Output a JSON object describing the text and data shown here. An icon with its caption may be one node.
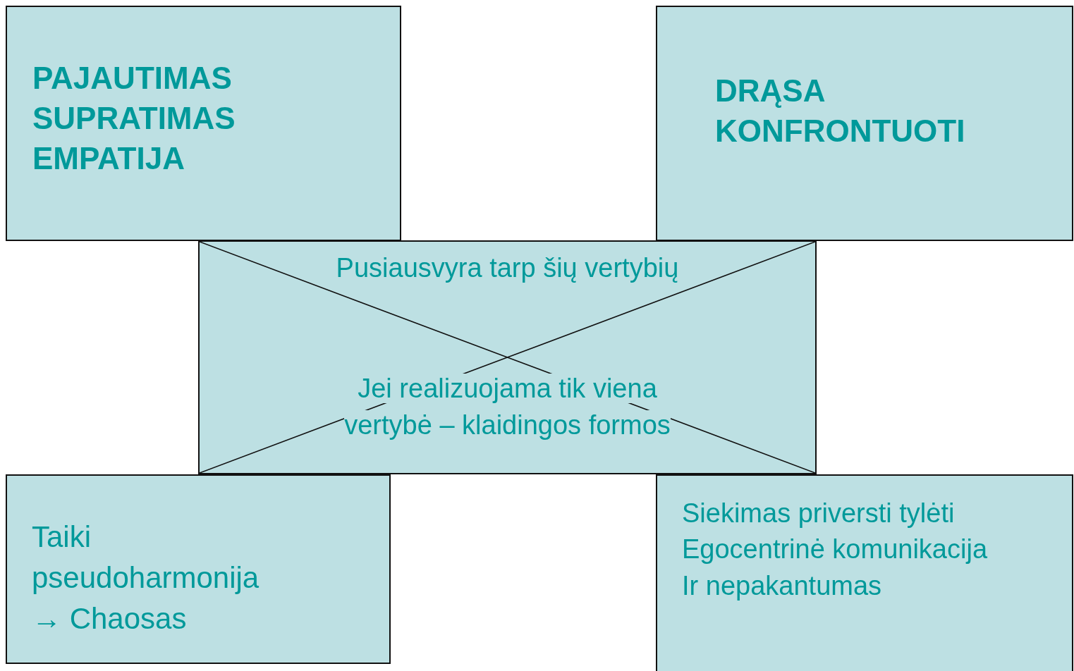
{
  "diagram": {
    "nodes": [
      {
        "text": [
          "PAJAUTIMAS",
          "SUPRATIMAS",
          "EMPATIJA"
        ]
      },
      {
        "text": [
          "DRĄSA KONFRONTUOTI"
        ]
      },
      {
        "text": [
          "Pusiausvyra tarp šių vertybių",
          "Jei realizuojama tik viena vertybė – klaidingos formos"
        ]
      },
      {
        "text": [
          "Taiki pseudoharmonija → Chaosas"
        ]
      },
      {
        "text": [
          "Siekimas priversti tylėti",
          "Egocentrinė komunikacija",
          "Ir nepakantumas"
        ]
      }
    ]
  }
}
